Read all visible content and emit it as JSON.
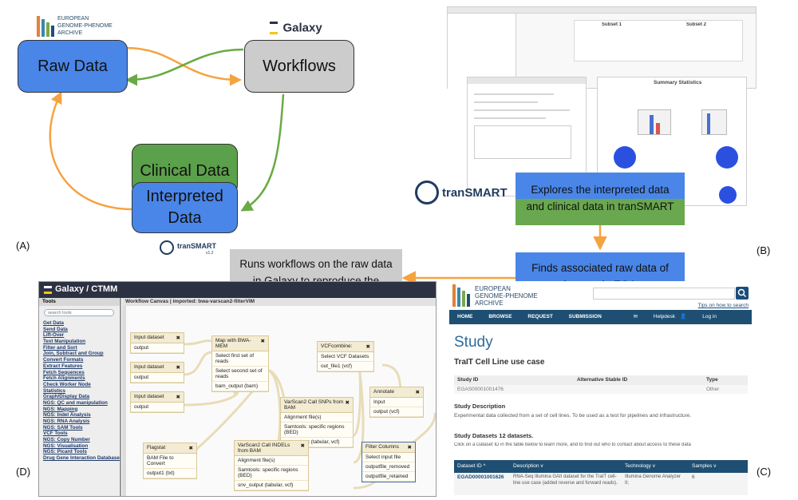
{
  "panel_labels": {
    "a": "(A)",
    "b": "(B)",
    "c": "(C)",
    "d": "(D)"
  },
  "panel_a": {
    "ega_logo": {
      "line1": "EUROPEAN",
      "line2": "GENOME-PHENOME",
      "line3": "ARCHIVE"
    },
    "galaxy_logo": "Galaxy",
    "transmart_logo": {
      "name": "tranSMART",
      "version": "v1.2"
    },
    "raw_data": "Raw Data",
    "workflows": "Workflows",
    "clinical_data": "Clinical Data",
    "interpreted_data": "Interpreted Data",
    "colors": {
      "raw": "#4a86e8",
      "workflows": "#cccccc",
      "clinical": "#5ba04a",
      "interpreted": "#4a86e8",
      "orange_arrow": "#f5a340",
      "green_arrow": "#6aaa45"
    }
  },
  "panel_b": {
    "transmart_logo": "tranSMART",
    "summary_title": "Summary Statistics",
    "subset1": "Subset 1",
    "subset2": "Subset 2"
  },
  "flow": {
    "explores": "Explores the interpreted data and clinical data in tranSMART",
    "finds": "Finds associated raw data of interest in EGA",
    "runs": "Runs workflows on the raw data in Galaxy to reproduce the results or to re-analyse",
    "colors": {
      "green": "#6aa84f",
      "blue": "#4a86e8",
      "grey": "#cccccc",
      "arrow": "#f5a340"
    }
  },
  "galaxy": {
    "title": "Galaxy / CTMM",
    "tools_header": "Tools",
    "search_placeholder": "search tools",
    "canvas_header": "Workflow Canvas | imported: bwa-varscan2-filterVIM",
    "tools": [
      "Get Data",
      "Send Data",
      "Lift-Over",
      "Text Manipulation",
      "Filter and Sort",
      "Join, Subtract and Group",
      "Convert Formats",
      "Extract Features",
      "Fetch Sequences",
      "Fetch Alignments",
      "Check Worker Node",
      "Statistics",
      "Graph/Display Data",
      "NGS: QC and manipulation",
      "NGS: Mapping",
      "NGS: Indel Analysis",
      "NGS: RNA Analysis",
      "NGS: SAM Tools",
      "VCF Tools",
      "NGS: Copy Number",
      "NGS: Visualisation",
      "NGS: Picard Tools",
      "Drug Gene Interaction Database"
    ],
    "nodes": {
      "input1": {
        "title": "Input dataset",
        "rows": [
          "output"
        ]
      },
      "input2": {
        "title": "Input dataset",
        "rows": [
          "output"
        ]
      },
      "input3": {
        "title": "Input dataset",
        "rows": [
          "output"
        ]
      },
      "bwa": {
        "title": "Map with BWA-MEM",
        "rows": [
          "Select first set of reads",
          "Select second set of reads",
          "bam_output (bam)"
        ]
      },
      "vcfcombine": {
        "title": "VCFcombine:",
        "rows": [
          "Select VCF Datasets",
          "out_file1 (vcf)"
        ]
      },
      "annotate": {
        "title": "Annotate",
        "rows": [
          "Input",
          "output (vcf)"
        ]
      },
      "snps": {
        "title": "VarScan2 Call SNPs from BAM",
        "rows": [
          "Alignment file(s)",
          "Samtools: specific regions (BED)",
          "snv_output (tabular, vcf)"
        ]
      },
      "indels": {
        "title": "VarScan2 Call INDELs from BAM",
        "rows": [
          "Alignment file(s)",
          "Samtools: specific regions (BED)",
          "snv_output (tabular, vcf)"
        ]
      },
      "flagstat": {
        "title": "Flagstat",
        "rows": [
          "BAM File to Convert",
          "output1 (txt)"
        ]
      },
      "filter": {
        "title": "Filter Columns",
        "rows": [
          "Select input file",
          "outputfile_removed",
          "outputfile_retained"
        ]
      }
    }
  },
  "ega": {
    "logo": {
      "line1": "EUROPEAN",
      "line2": "GENOME-PHENOME",
      "line3": "ARCHIVE"
    },
    "search_icon": "search-icon",
    "tips": "Tips on how to search",
    "nav": [
      "HOME",
      "BROWSE",
      "REQUEST",
      "SUBMISSION"
    ],
    "helpdesk": "Helpdesk",
    "login": "Log in",
    "heading": "Study",
    "study_title": "TraIT Cell Line use case",
    "table1": {
      "headers": [
        "Study ID",
        "Alternative Stable ID",
        "Type"
      ],
      "row": [
        "EGAS00001001476",
        "",
        "Other"
      ]
    },
    "desc_title": "Study Description",
    "desc": "Experimental data collected from a set of cell lines. To be used as a test for pipelines and infrastructure.",
    "datasets_title": "Study Datasets 12 datasets.",
    "datasets_hint": "Click on a Dataset ID in the table below to learn more, and to find out who to contact about access to these data",
    "table2": {
      "headers": [
        "Dataset ID",
        "Description",
        "Technology",
        "Samples"
      ],
      "row": [
        "EGAD00001001626",
        "RNA-Seq Illumina GAII dataset for the TraIT cell-line use case (added reverse and forward reads).",
        "Illumina Genome Analyzer II;",
        "6"
      ]
    }
  }
}
